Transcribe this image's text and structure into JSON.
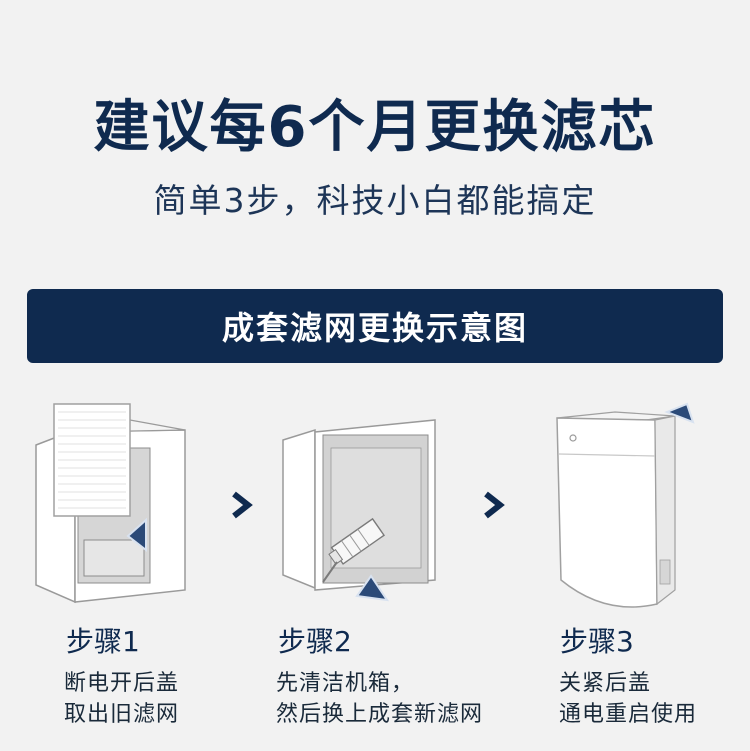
{
  "title": "建议每6个月更换滤芯",
  "subtitle": "简单3步，科技小白都能搞定",
  "banner": "成套滤网更换示意图",
  "steps": [
    {
      "label": "步骤1",
      "lines": [
        "断电开后盖",
        "取出旧滤网"
      ]
    },
    {
      "label": "步骤2",
      "lines": [
        "先清洁机箱，",
        "然后换上成套新滤网"
      ]
    },
    {
      "label": "步骤3",
      "lines": [
        "关紧后盖",
        "通电重启使用"
      ]
    }
  ],
  "colors": {
    "navy": "#0f2a4f",
    "background": "#f2f2f2"
  }
}
